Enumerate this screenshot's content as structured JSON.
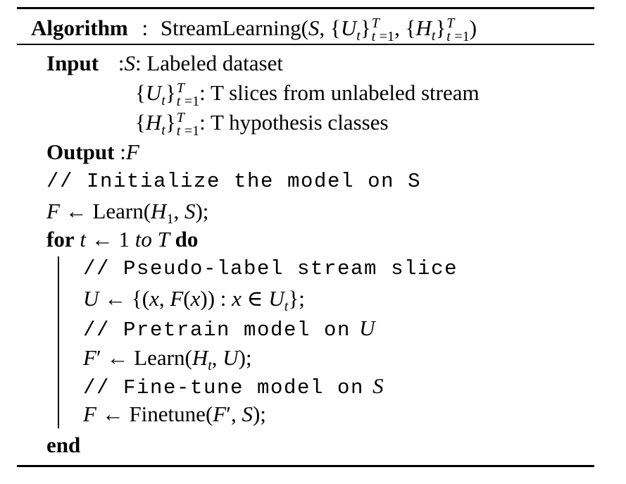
{
  "algorithm": {
    "header_label": "Algorithm",
    "header_colon": ":",
    "name": "StreamLearning"
  },
  "input": {
    "label": "Input",
    "colon": ":",
    "S_desc": ": Labeled dataset",
    "U_desc": ": T slices from unlabeled stream",
    "H_desc": ": T hypothesis classes"
  },
  "output": {
    "label": "Output",
    "colon": ":",
    "value": "F"
  },
  "steps": {
    "comment_init": "// Initialize the model on S",
    "learn_init_fn": "Learn",
    "for_kw": "for",
    "to_kw": "to",
    "do_kw": "do",
    "comment_pseudo": "// Pseudo-label stream slice",
    "comment_pretrain": "// Pretrain model on",
    "learn_pretrain_fn": "Learn",
    "comment_finetune": "// Fine-tune model on",
    "finetune_fn": "Finetune",
    "end_kw": "end"
  }
}
